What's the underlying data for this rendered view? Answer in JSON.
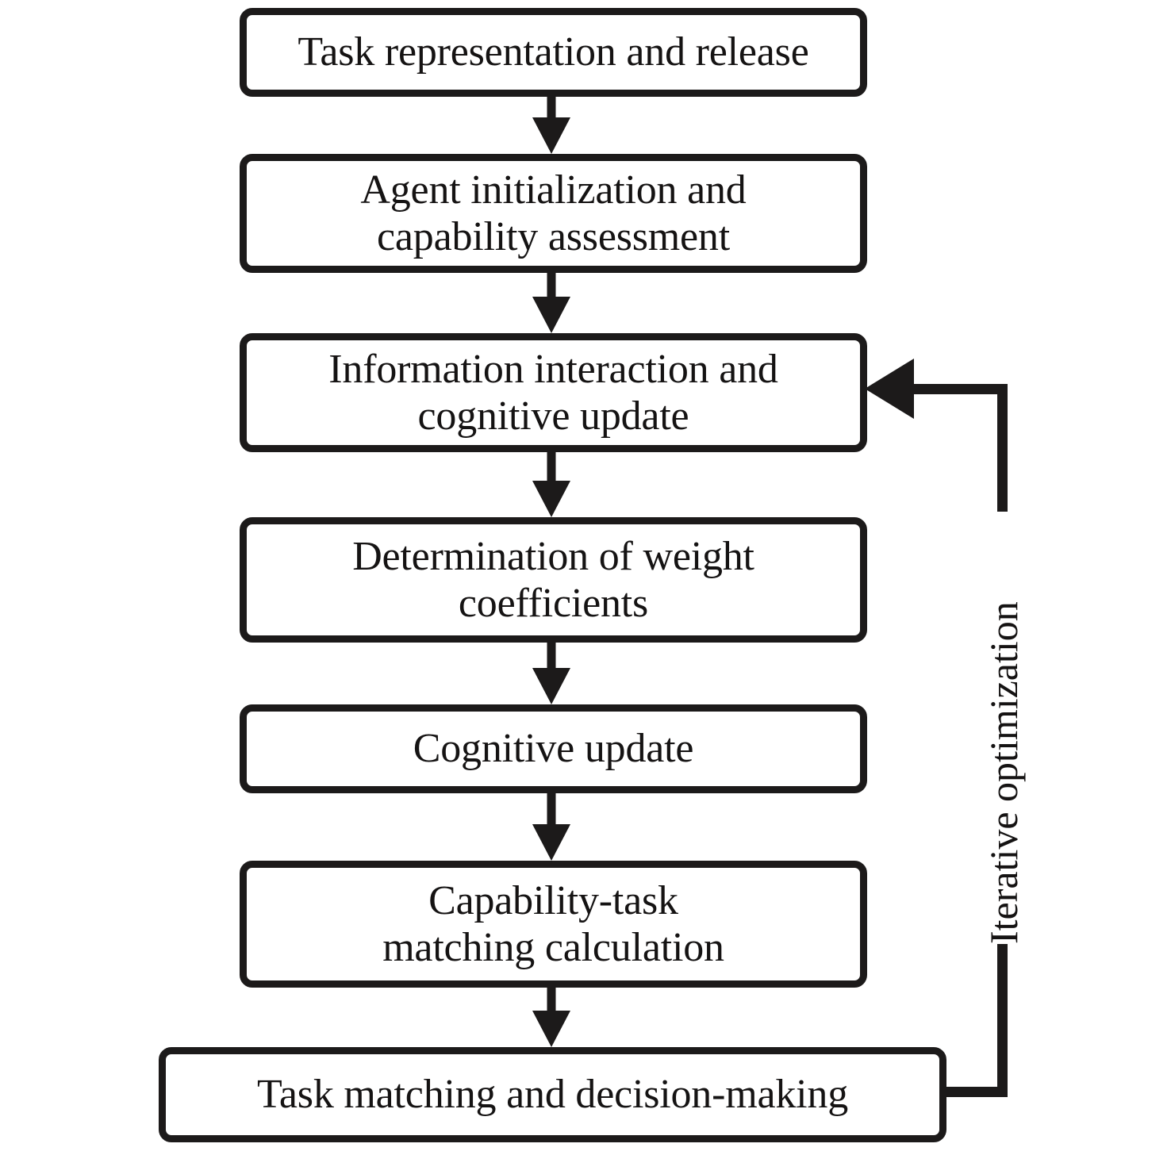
{
  "diagram": {
    "title": "Agent task matching flowchart",
    "type": "flowchart",
    "orientation": "top-to-bottom",
    "colors": {
      "stroke": "#1c1a1a",
      "fill": "#ffffff",
      "text": "#151313"
    },
    "nodes": [
      {
        "id": "n1",
        "label": "Task representation and release"
      },
      {
        "id": "n2",
        "label": "Agent initialization and\ncapability assessment"
      },
      {
        "id": "n3",
        "label": "Information interaction and\ncognitive update"
      },
      {
        "id": "n4",
        "label": "Determination of weight\ncoefficients"
      },
      {
        "id": "n5",
        "label": "Cognitive update"
      },
      {
        "id": "n6",
        "label": "Capability-task\nmatching calculation"
      },
      {
        "id": "n7",
        "label": "Task matching and decision-making"
      }
    ],
    "edges": [
      {
        "from": "n1",
        "to": "n2",
        "kind": "arrow-down",
        "label": ""
      },
      {
        "from": "n2",
        "to": "n3",
        "kind": "arrow-down",
        "label": ""
      },
      {
        "from": "n3",
        "to": "n4",
        "kind": "arrow-down",
        "label": ""
      },
      {
        "from": "n4",
        "to": "n5",
        "kind": "arrow-down",
        "label": ""
      },
      {
        "from": "n5",
        "to": "n6",
        "kind": "arrow-down",
        "label": ""
      },
      {
        "from": "n6",
        "to": "n7",
        "kind": "arrow-down",
        "label": ""
      },
      {
        "from": "n7",
        "to": "n3",
        "kind": "feedback-loop-right",
        "label": "Iterative optimization"
      }
    ],
    "feedback_label": "Iterative optimization"
  }
}
